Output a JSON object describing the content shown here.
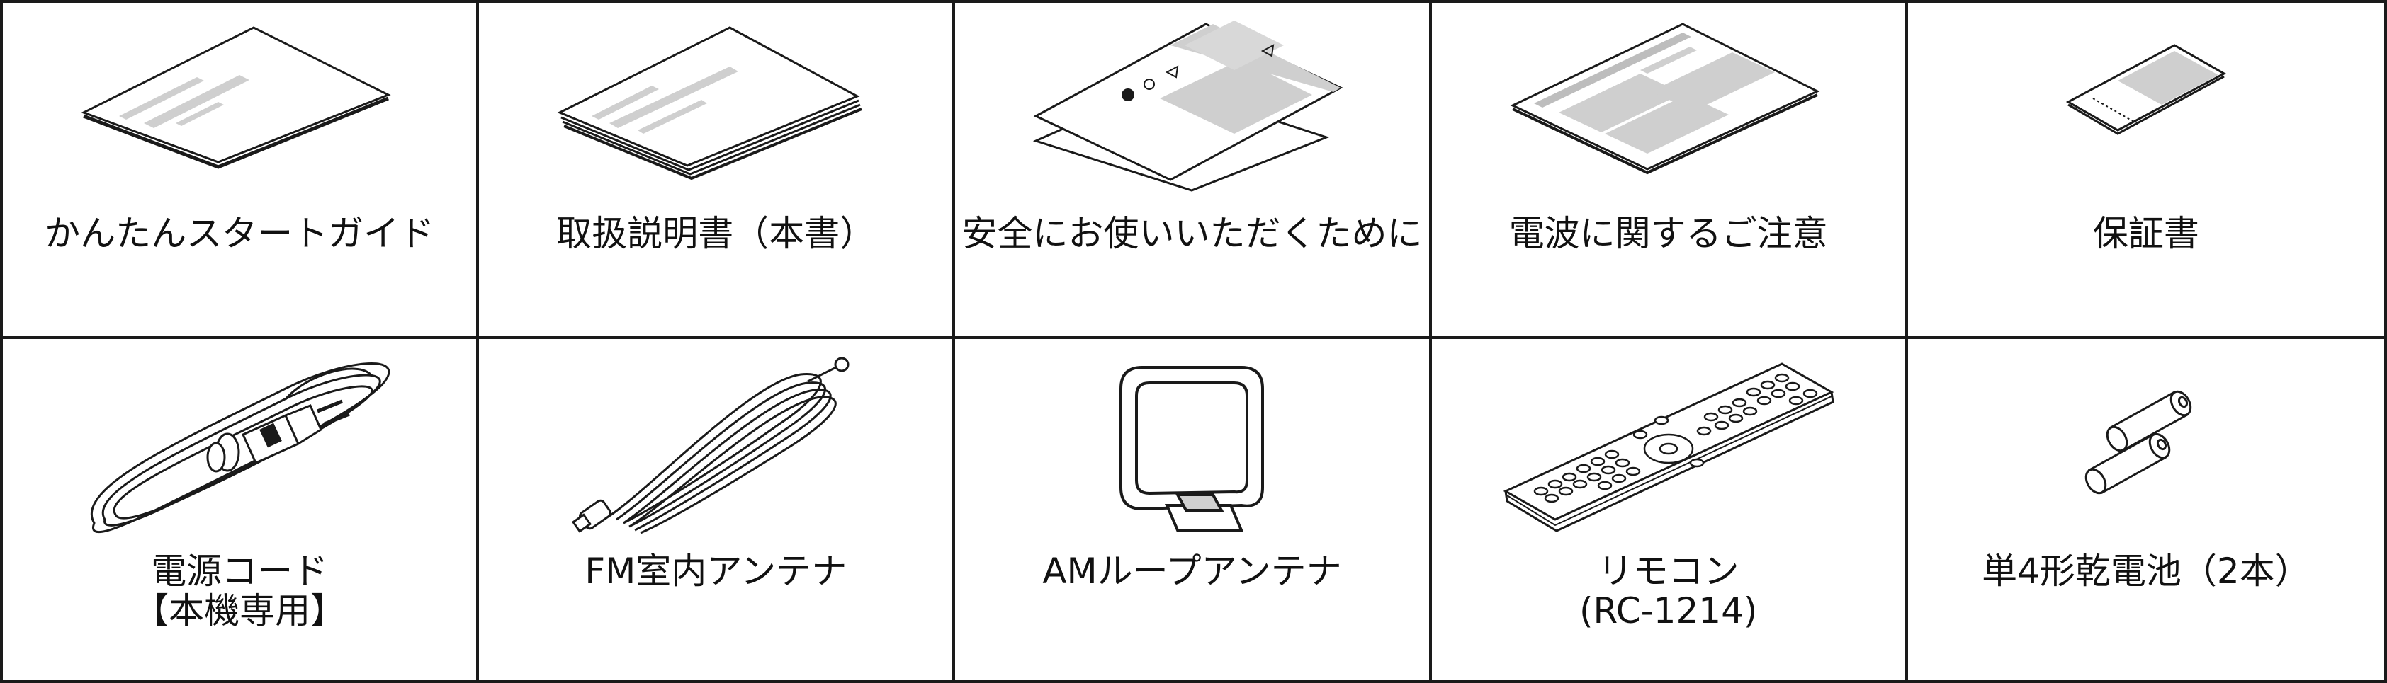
{
  "items": [
    {
      "label": "かんたんスタートガイド",
      "icon": "quick-start-guide-icon"
    },
    {
      "label": "取扱説明書（本書）",
      "icon": "owners-manual-icon"
    },
    {
      "label": "安全にお使いいただくために",
      "icon": "safety-instructions-icon"
    },
    {
      "label": "電波に関するご注意",
      "icon": "radio-wave-notice-icon"
    },
    {
      "label": "保証書",
      "icon": "warranty-card-icon"
    },
    {
      "label": "電源コード\n【本機専用】",
      "icon": "power-cord-icon"
    },
    {
      "label": "FM室内アンテナ",
      "icon": "fm-indoor-antenna-icon"
    },
    {
      "label": "AMループアンテナ",
      "icon": "am-loop-antenna-icon"
    },
    {
      "label": "リモコン\n(RC-1214)",
      "icon": "remote-control-icon"
    },
    {
      "label": "単4形乾電池（2本）",
      "icon": "aaa-batteries-icon"
    }
  ],
  "colors": {
    "line": "#1a1a1a",
    "gray": "#cfcfcf",
    "background": "#ffffff"
  }
}
